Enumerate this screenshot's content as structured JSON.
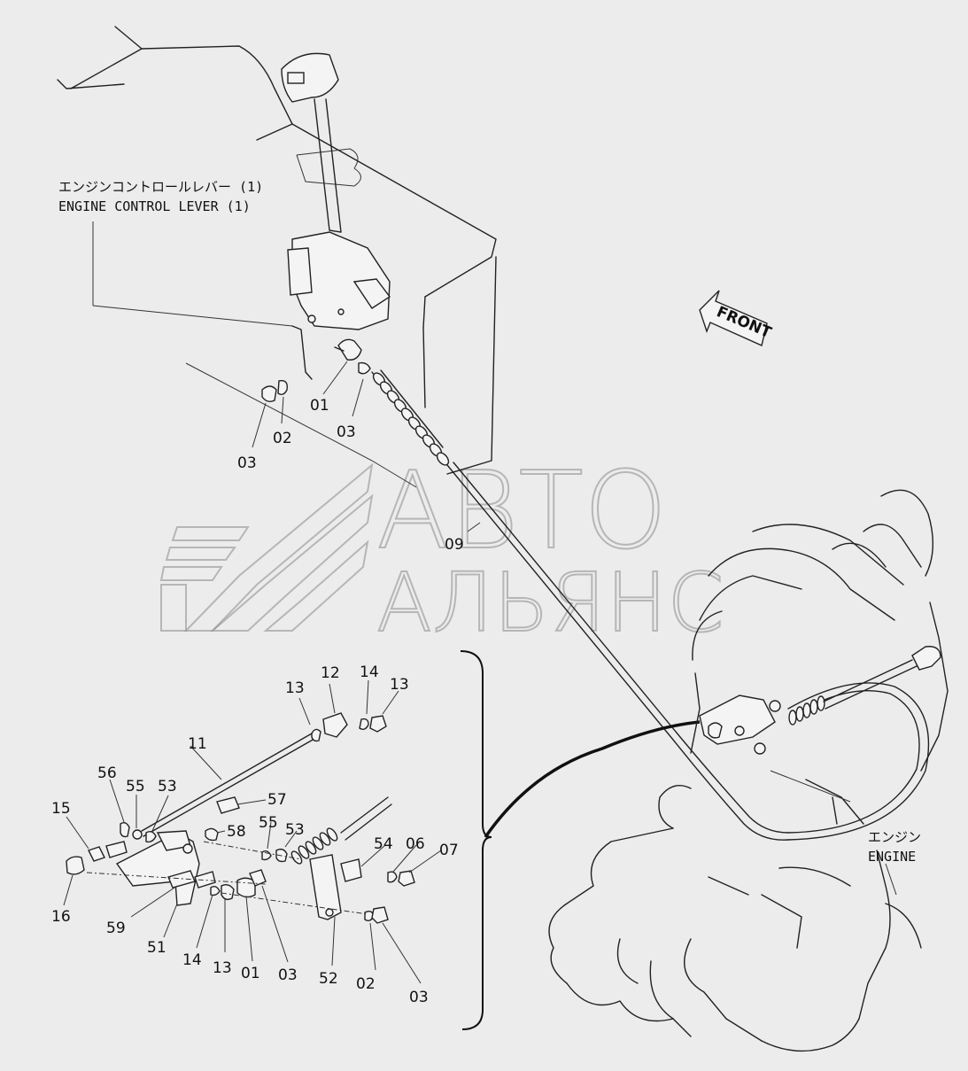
{
  "captions": {
    "lever_jp": "エンジンコントロールレバー (1)",
    "lever_en": "ENGINE CONTROL LEVER (1)",
    "engine_jp": "エンジン",
    "engine_en": "ENGINE",
    "front": "FRONT"
  },
  "watermark": {
    "line1": "АВТО",
    "line2": "АЛЬЯНС"
  },
  "callouts": [
    {
      "id": "c-01a",
      "text": "01"
    },
    {
      "id": "c-02a",
      "text": "02"
    },
    {
      "id": "c-03a",
      "text": "03"
    },
    {
      "id": "c-03b",
      "text": "03"
    },
    {
      "id": "c-09",
      "text": "09"
    },
    {
      "id": "c-11",
      "text": "11"
    },
    {
      "id": "c-12",
      "text": "12"
    },
    {
      "id": "c-13a",
      "text": "13"
    },
    {
      "id": "c-14a",
      "text": "14"
    },
    {
      "id": "c-13b",
      "text": "13"
    },
    {
      "id": "c-56",
      "text": "56"
    },
    {
      "id": "c-55a",
      "text": "55"
    },
    {
      "id": "c-53a",
      "text": "53"
    },
    {
      "id": "c-57",
      "text": "57"
    },
    {
      "id": "c-15",
      "text": "15"
    },
    {
      "id": "c-58",
      "text": "58"
    },
    {
      "id": "c-55b",
      "text": "55"
    },
    {
      "id": "c-53b",
      "text": "53"
    },
    {
      "id": "c-54",
      "text": "54"
    },
    {
      "id": "c-06",
      "text": "06"
    },
    {
      "id": "c-07",
      "text": "07"
    },
    {
      "id": "c-16",
      "text": "16"
    },
    {
      "id": "c-59",
      "text": "59"
    },
    {
      "id": "c-51",
      "text": "51"
    },
    {
      "id": "c-14b",
      "text": "14"
    },
    {
      "id": "c-13c",
      "text": "13"
    },
    {
      "id": "c-01b",
      "text": "01"
    },
    {
      "id": "c-03c",
      "text": "03"
    },
    {
      "id": "c-52",
      "text": "52"
    },
    {
      "id": "c-02b",
      "text": "02"
    },
    {
      "id": "c-03d",
      "text": "03"
    }
  ]
}
